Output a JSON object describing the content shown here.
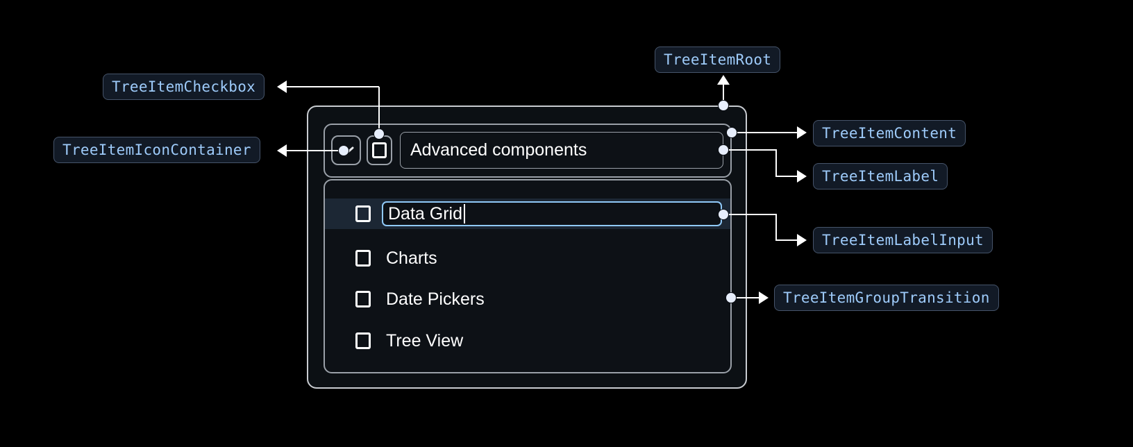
{
  "theme": {
    "page_background": "#000000",
    "badge_background": "#121a26",
    "badge_border": "#46546a",
    "badge_text": "#9ecbfa",
    "card_background": "#0c1014",
    "card_border": "#c9ccd1",
    "inner_border": "#9aa0a8",
    "connector": "#ffffff",
    "selected_row_background": "#1c2734",
    "input_focus_border": "#90caf9",
    "text": "#ffffff"
  },
  "annotations": [
    {
      "id": "tree-item-checkbox",
      "label": "TreeItemCheckbox"
    },
    {
      "id": "tree-item-icon-container",
      "label": "TreeItemIconContainer"
    },
    {
      "id": "tree-item-root",
      "label": "TreeItemRoot"
    },
    {
      "id": "tree-item-content",
      "label": "TreeItemContent"
    },
    {
      "id": "tree-item-label",
      "label": "TreeItemLabel"
    },
    {
      "id": "tree-item-label-input",
      "label": "TreeItemLabelInput"
    },
    {
      "id": "tree-item-group-transition",
      "label": "TreeItemGroupTransition"
    }
  ],
  "tree": {
    "header": {
      "expand_icon": "chevron-down-icon",
      "checkbox_checked": false,
      "label": "Advanced components"
    },
    "items": [
      {
        "label": "Data Grid",
        "checked": false,
        "editing": true,
        "selected": true
      },
      {
        "label": "Charts",
        "checked": false,
        "editing": false,
        "selected": false
      },
      {
        "label": "Date Pickers",
        "checked": false,
        "editing": false,
        "selected": false
      },
      {
        "label": "Tree View",
        "checked": false,
        "editing": false,
        "selected": false
      }
    ]
  }
}
